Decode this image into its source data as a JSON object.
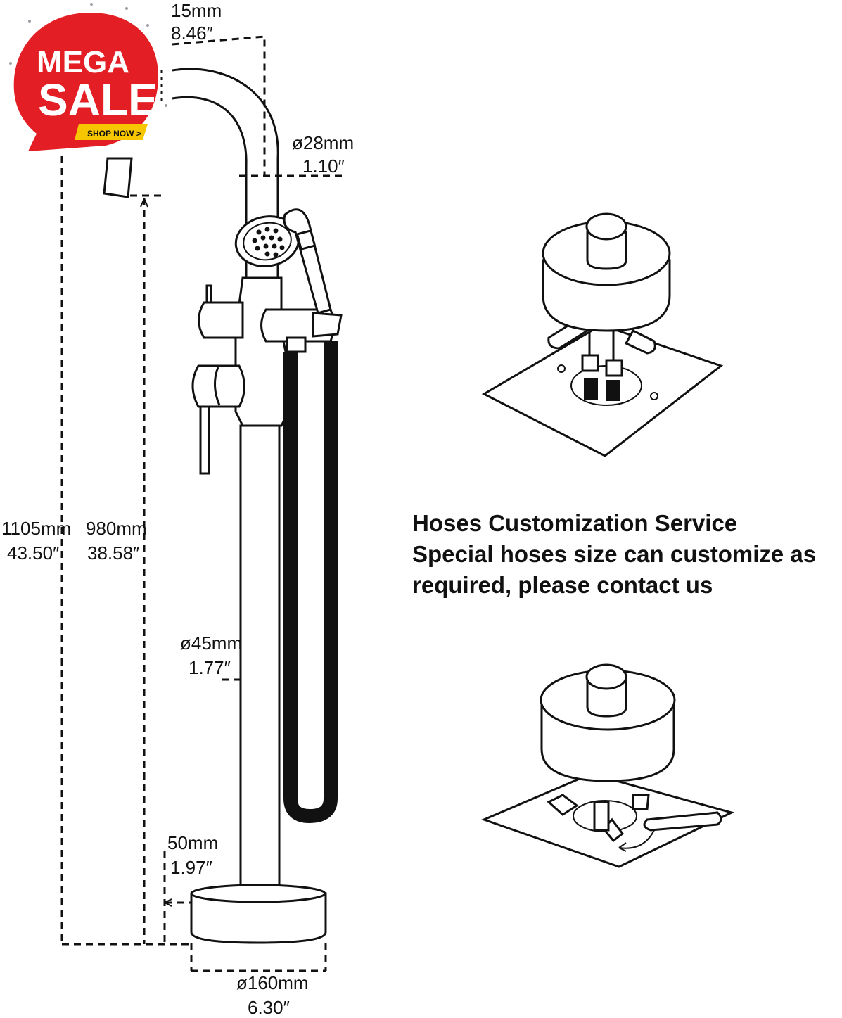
{
  "badge": {
    "line1": "MEGA",
    "line2": "SALE",
    "cta": "SHOP NOW >",
    "color_red": "#e31e24",
    "color_yellow": "#f7c600"
  },
  "dimensions": {
    "spout_reach_mm": "15mm",
    "spout_reach_in": "8.46″",
    "spout_dia_mm": "ø28mm",
    "spout_dia_in": "1.10″",
    "total_height_mm": "1105mm",
    "total_height_in": "43.50″",
    "spout_height_mm": "980mm",
    "spout_height_in": "38.58″",
    "column_dia_mm": "ø45mm",
    "column_dia_in": "1.77″",
    "base_height_mm": "50mm",
    "base_height_in": "1.97″",
    "base_dia_mm": "ø160mm",
    "base_dia_in": "6.30″"
  },
  "info": {
    "line1": "Hoses Customization Service",
    "line2": "Special hoses size can customize as",
    "line3": "required, please contact us"
  }
}
